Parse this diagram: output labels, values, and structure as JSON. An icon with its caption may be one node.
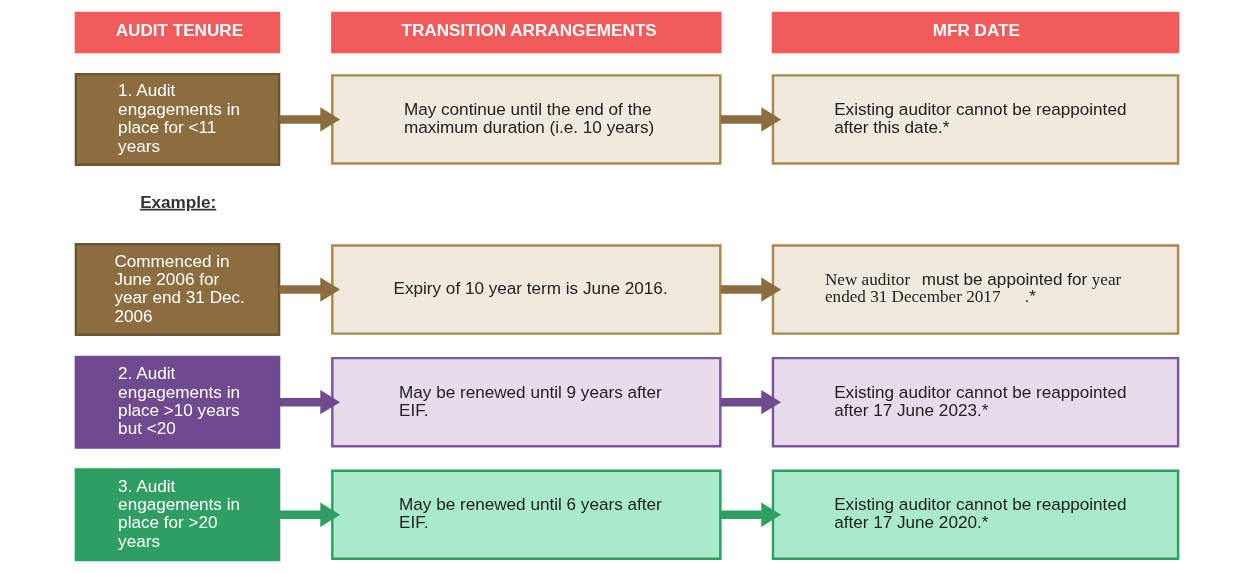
{
  "diagram": {
    "nodes": [
      {
        "text": [
          "AUDIT TENURE"
        ]
      },
      {
        "text": [
          "TRANSITION ARRANGEMENTS"
        ]
      },
      {
        "text": [
          "MFR DATE"
        ]
      },
      {
        "text": [
          "1. Audit engagements in place for <11 years"
        ]
      },
      {
        "text": [
          "May continue until the end of the maximum duration (i.e. 10 years)"
        ]
      },
      {
        "text": [
          "Existing auditor cannot be reappointed after this date.*"
        ]
      },
      {
        "text": [
          "Commenced in June 2006 for year end 31 Dec. 2006"
        ]
      },
      {
        "text": [
          "Expiry of 10 year term is June 2016."
        ]
      },
      {
        "text": [
          "**New auditor** must be appointed for **year ended 31 December 2017**.*"
        ]
      },
      {
        "text": [
          "2. Audit engagements in place >10 years but <20"
        ]
      },
      {
        "text": [
          "May be renewed until 9 years after EIF."
        ]
      },
      {
        "text": [
          "Existing auditor cannot be reappointed after 17 June 2023.*"
        ]
      },
      {
        "text": [
          "3. Audit engagements in place for >20 years"
        ]
      },
      {
        "text": [
          "May be renewed until 6 years after EIF."
        ]
      },
      {
        "text": [
          "Existing auditor cannot be reappointed after 17 June 2020.*"
        ]
      }
    ],
    "edges": [
      {
        "from": 3,
        "to": 4,
        "arrow": "to"
      },
      {
        "from": 4,
        "to": 5,
        "arrow": "to"
      },
      {
        "from": 6,
        "to": 7,
        "arrow": "to"
      },
      {
        "from": 7,
        "to": 8,
        "arrow": "to"
      },
      {
        "from": 9,
        "to": 10,
        "arrow": "to",
        "color": "#6f4a8e"
      },
      {
        "from": 10,
        "to": 11,
        "arrow": "to",
        "color": "#6f4a8e"
      },
      {
        "from": 12,
        "to": 13,
        "arrow": "to",
        "color": "#2e9e62"
      },
      {
        "from": 13,
        "to": 14,
        "arrow": "to",
        "color": "#2e9e62"
      }
    ],
    "labels": [
      "Example:"
    ]
  }
}
